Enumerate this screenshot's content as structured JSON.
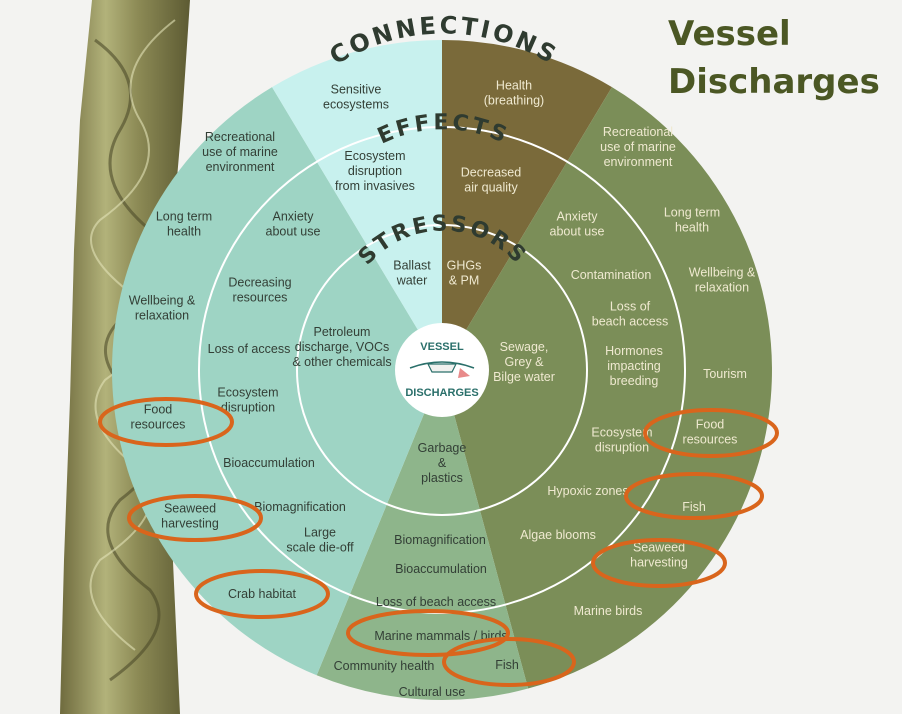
{
  "title": {
    "line1": "Vessel",
    "line2": "Discharges"
  },
  "ring_titles": {
    "outer": "CONNECTIONS",
    "middle": "EFFECTS",
    "inner": "STRESSORS"
  },
  "center_logo": {
    "top_text": "VESSEL",
    "bottom_text": "DISCHARGES"
  },
  "colors": {
    "teal": "#9ed4c4",
    "light_cyan": "#c8f1ee",
    "brown": "#786838",
    "olive": "#7b8e58",
    "highlight_ring": "#d9651c",
    "title_text": "#4b5724",
    "ring_lines": "#ffffff"
  },
  "labels": {
    "sensitive_ecosystems": "Sensitive ecosystems",
    "health_breathing": "Health (breathing)",
    "ecosystem_disruption_invasives": "Ecosystem disruption from invasives",
    "decreased_air_quality": "Decreased air quality",
    "ballast_water": "Ballast water",
    "ghgs_pm": "GHGs & PM",
    "rec_use_left": "Recreational use of marine environment",
    "rec_use_right": "Recreational use of marine environment",
    "long_term_health_left": "Long term health",
    "long_term_health_right": "Long term health",
    "anxiety_left": "Anxiety about use",
    "anxiety_right": "Anxiety about use",
    "decreasing_resources": "Decreasing resources",
    "wellbeing_left": "Wellbeing & relaxation",
    "wellbeing_right": "Wellbeing & relaxation",
    "contamination": "Contamination",
    "loss_of_access": "Loss of access",
    "loss_of_beach_access_right": "Loss of beach access",
    "petroleum": "Petroleum discharge, VOCs & other chemicals",
    "sewage": "Sewage, Grey & Bilge water",
    "hormones": "Hormones impacting breeding",
    "tourism": "Tourism",
    "ecosystem_disruption_left": "Ecosystem disruption",
    "ecosystem_disruption_right": "Ecosystem disruption",
    "food_resources_left": "Food resources",
    "food_resources_right": "Food resources",
    "bioaccumulation_left": "Bioaccumulation",
    "garbage": "Garbage & plastics",
    "hypoxic_zones": "Hypoxic zones",
    "fish_right": "Fish",
    "biomagnification_left": "Biomagnification",
    "seaweed_left": "Seaweed harvesting",
    "large_scale_die_off": "Large scale die-off",
    "biomagnification_bottom": "Biomagnification",
    "algae_blooms": "Algae blooms",
    "seaweed_right": "Seaweed harvesting",
    "bioaccumulation_bottom": "Bioaccumulation",
    "crab_habitat": "Crab habitat",
    "loss_of_beach_access_bottom": "Loss of beach access",
    "marine_birds": "Marine birds",
    "marine_mammals_birds": "Marine mammals / birds",
    "community_health": "Community health",
    "fish_bottom": "Fish",
    "cultural_use": "Cultural use"
  }
}
